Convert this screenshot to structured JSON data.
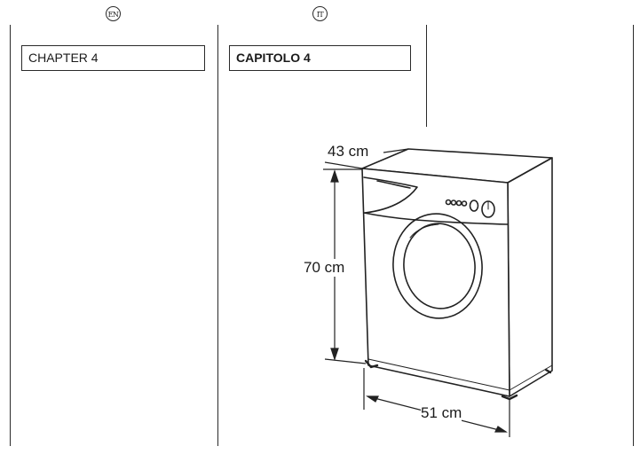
{
  "columns": {
    "left": {
      "badge": "EN",
      "chapter": "CHAPTER 4"
    },
    "middle": {
      "badge": "IT",
      "chapter": "CAPITOLO 4"
    }
  },
  "dimensions": {
    "depth": "43 cm",
    "height": "70 cm",
    "width": "51 cm"
  }
}
